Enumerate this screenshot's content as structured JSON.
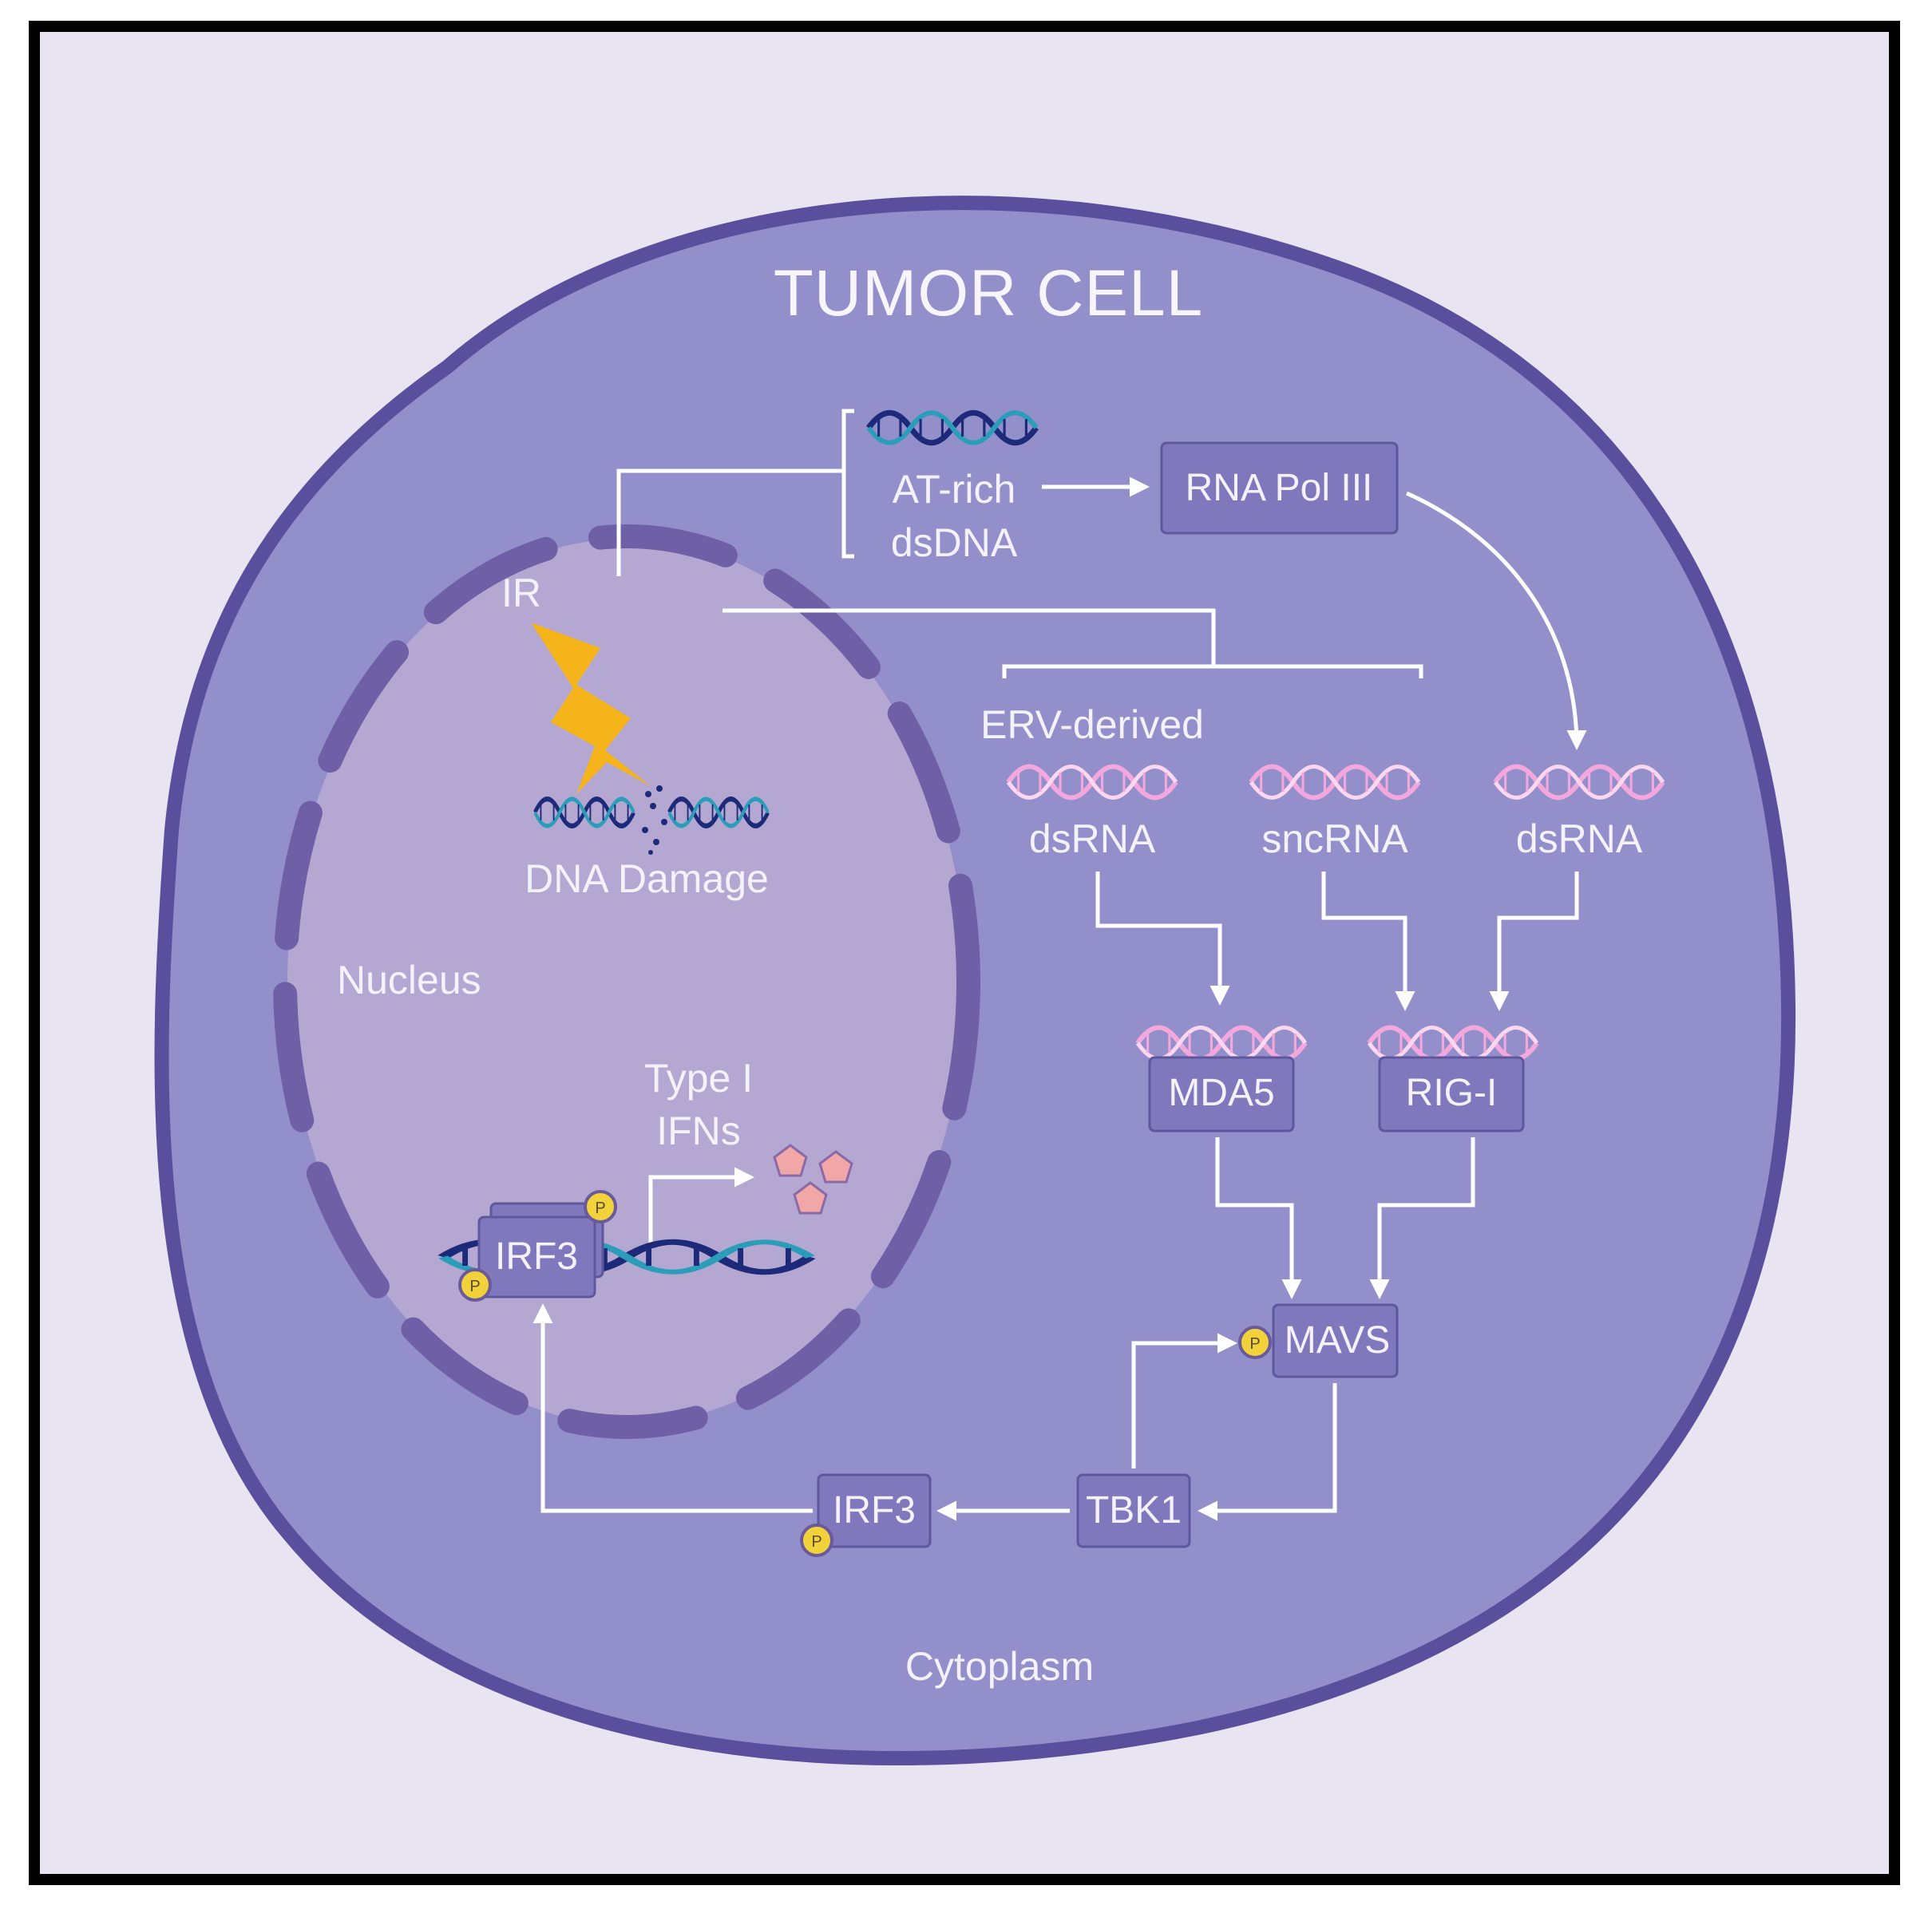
{
  "title": "TUMOR CELL",
  "compartments": {
    "nucleus": "Nucleus",
    "cytoplasm": "Cytoplasm"
  },
  "labels": {
    "ir": "IR",
    "dna_damage": "DNA Damage",
    "at_rich_line1": "AT-rich",
    "at_rich_line2": "dsDNA",
    "erv_derived": "ERV-derived",
    "dsrna_left": "dsRNA",
    "sncrna": "sncRNA",
    "dsrna_right": "dsRNA",
    "type1_line1": "Type I",
    "type1_line2": "IFNs"
  },
  "boxes": {
    "rna_pol_iii": "RNA Pol III",
    "mda5": "MDA5",
    "rig_i": "RIG-I",
    "mavs": "MAVS",
    "tbk1": "TBK1",
    "irf3_cytoplasm": "IRF3",
    "irf3_nucleus": "IRF3"
  },
  "phospho_label": "P",
  "icons": {
    "lightning": "lightning-bolt-icon",
    "dna_helix": "dna-helix-icon",
    "rna_helix": "rna-helix-icon",
    "phosphate": "phosphate-icon",
    "ifn": "pentagon-ifn-icon"
  },
  "colors": {
    "background": "#e9e4f1",
    "cell": "#928fcb",
    "cell_border": "#5a4f9c",
    "nucleus": "#b4a8d2",
    "nuclear_envelope": "#6e5fa6",
    "dna": "#2b3a8f",
    "rna": "#f2a8dc",
    "lightning": "#f5b41a",
    "phosphate": "#f2d23b",
    "ifn": "#f1a7a7"
  }
}
